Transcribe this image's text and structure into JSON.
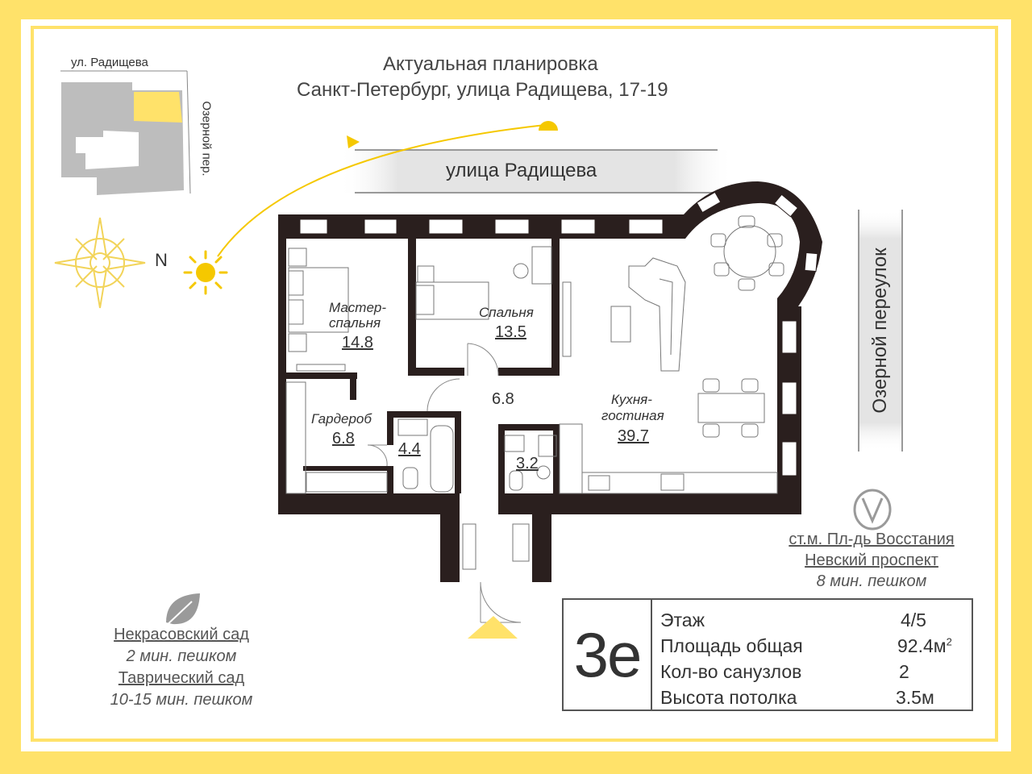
{
  "header": {
    "title_line1": "Актуальная планировка",
    "title_line2": "Санкт-Петербург, улица Радищева, 17-19"
  },
  "streets": {
    "main": "улица Радищева",
    "side": "Озерной переулок"
  },
  "mini_map": {
    "street": "ул. Радищева",
    "side_street": "Озерной пер."
  },
  "compass": {
    "north_label": "N"
  },
  "rooms": [
    {
      "name": "Мастер-спальня",
      "area": "14.8"
    },
    {
      "name": "Спальня",
      "area": "13.5"
    },
    {
      "name": "Гардероб",
      "area": "6.8"
    },
    {
      "name": "",
      "area": "4.4"
    },
    {
      "name": "",
      "area": "6.8"
    },
    {
      "name": "",
      "area": "3.2"
    },
    {
      "name": "Кухня-гостиная",
      "area": "39.7"
    }
  ],
  "room_name_lines": {
    "master_1": "Мастер-",
    "master_2": "спальня",
    "kitchen_1": "Кухня-",
    "kitchen_2": "гостиная"
  },
  "metro": {
    "station": "ст.м. Пл-дь Восстания",
    "station2": "Невский проспект",
    "walk": "8 мин. пешком"
  },
  "parks": [
    {
      "name": "Некрасовский сад",
      "walk": "2 мин. пешком"
    },
    {
      "name": "Таврический сад",
      "walk": "10-15 мин. пешком"
    }
  ],
  "info": {
    "code": "3е",
    "rows": [
      {
        "label": "Этаж",
        "value": "4/5"
      },
      {
        "label": "Площадь общая",
        "value": "92.4м"
      },
      {
        "label": "Кол-во санузлов",
        "value": "2"
      },
      {
        "label": "Высота потолка",
        "value": "3.5м"
      }
    ],
    "area_sup": "2"
  },
  "colors": {
    "accent": "#ffe26a",
    "sun": "#f5c800",
    "wall": "#2a1f1e",
    "gray_block": "#b5b5b5"
  }
}
